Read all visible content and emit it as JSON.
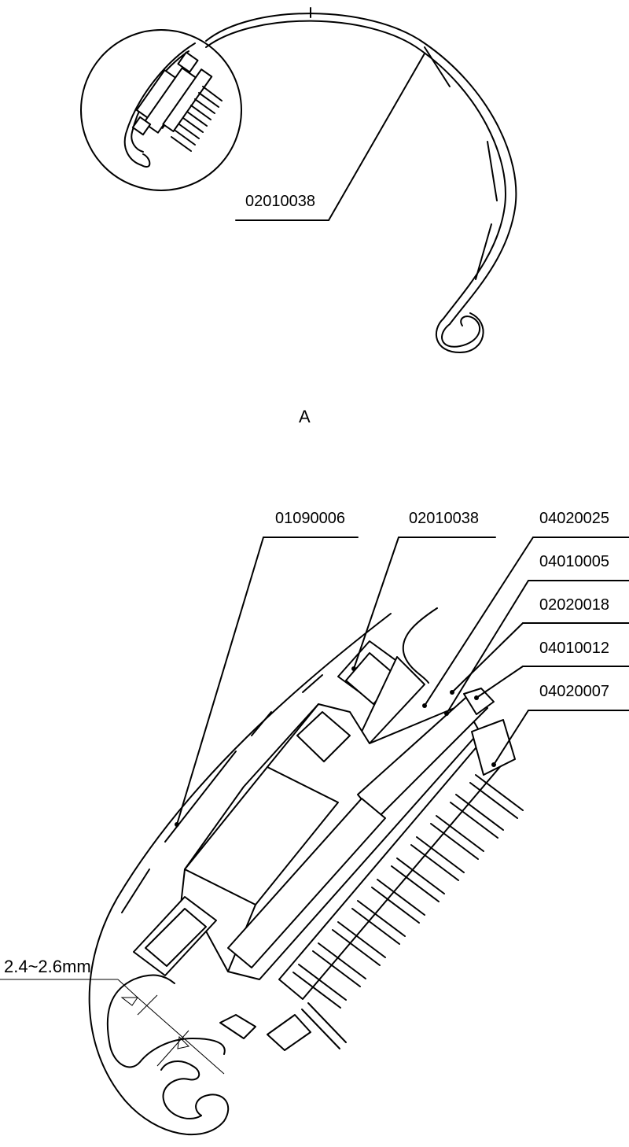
{
  "view_a": {
    "label": "A",
    "callout": "02010038"
  },
  "detail": {
    "callouts": [
      "01090006",
      "02010038",
      "04020025",
      "04010005",
      "02020018",
      "04010012",
      "04020007"
    ],
    "dimension": "2.4~2.6mm"
  }
}
